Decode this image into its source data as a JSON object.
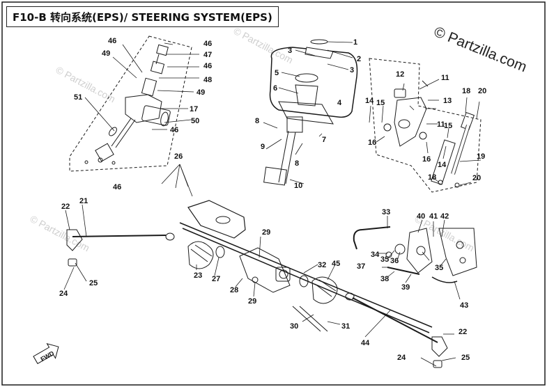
{
  "title": "F10-B 转向系统(EPS)/ STEERING SYSTEM(EPS)",
  "brand_watermark": "© Partzilla.com",
  "faint_watermark": "© Partzilla.com",
  "fwd_label": "FWD",
  "callouts": [
    "1",
    "2",
    "3",
    "3",
    "4",
    "5",
    "6",
    "7",
    "8",
    "8",
    "9",
    "10",
    "11",
    "11",
    "12",
    "13",
    "14",
    "14",
    "15",
    "15",
    "16",
    "16",
    "17",
    "18",
    "18",
    "19",
    "20",
    "20",
    "21",
    "22",
    "22",
    "23",
    "24",
    "24",
    "25",
    "25",
    "26",
    "27",
    "28",
    "29",
    "29",
    "30",
    "31",
    "32",
    "33",
    "34",
    "35",
    "35",
    "36",
    "37",
    "38",
    "39",
    "40",
    "41",
    "42",
    "43",
    "44",
    "45",
    "46",
    "46",
    "46",
    "46",
    "47",
    "48",
    "49",
    "49",
    "50",
    "51"
  ],
  "colors": {
    "line": "#1a1a1a",
    "border": "#222222",
    "watermark": "#cfcfcf"
  }
}
